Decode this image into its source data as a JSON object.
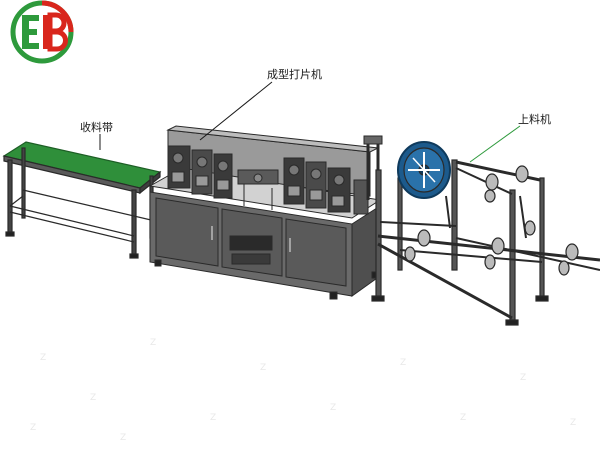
{
  "logo": {
    "name": "EB-logo",
    "brand_text": "EB",
    "colors": {
      "green": "#2e9a3c",
      "red": "#d9261c"
    }
  },
  "labels": {
    "forming_machine": "成型打片机",
    "collection_belt": "收料带",
    "feeding_rack": "上料机"
  },
  "colors": {
    "belt_green": "#2f8f3a",
    "machine_dark": "#4a4a4a",
    "cabinet_gray": "#6a6a6a",
    "frame_line": "#2a2a2a",
    "watermark": "#e6e6e6"
  }
}
